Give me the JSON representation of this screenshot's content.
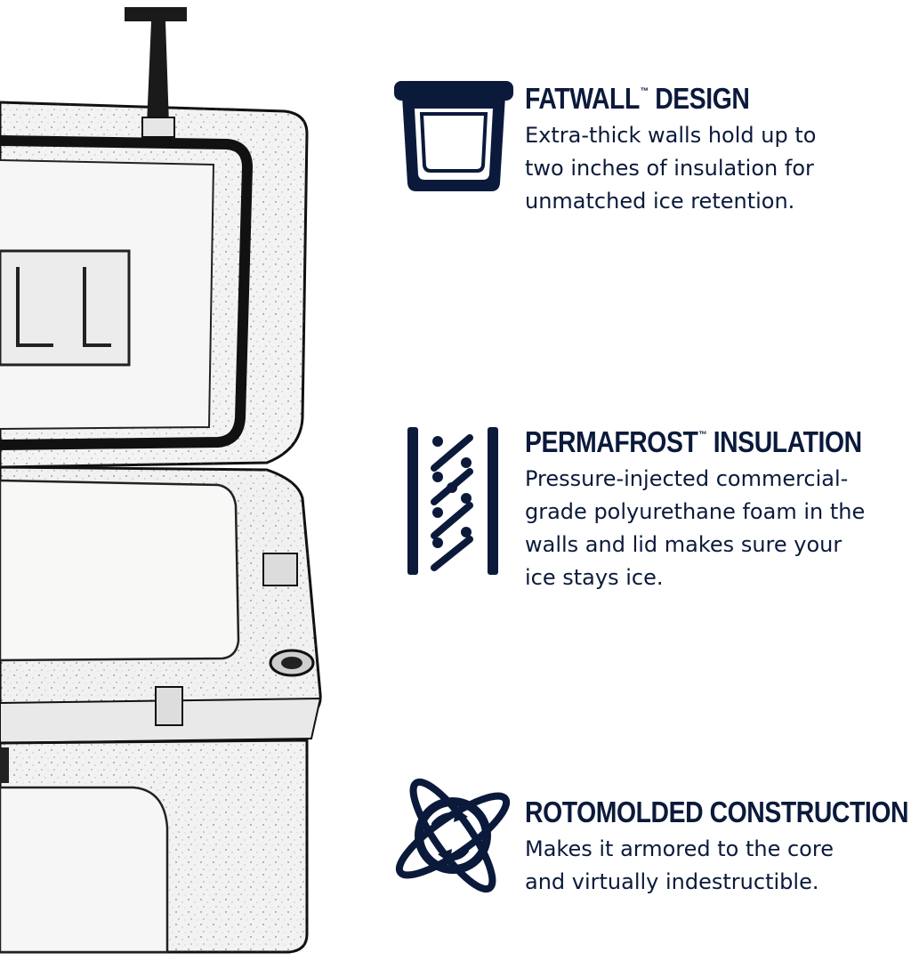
{
  "brand": {
    "navy": "#0b1a3b"
  },
  "features": [
    {
      "icon": "cooler-wall-icon",
      "title": "FATWALL",
      "tm": "™",
      "title_rest": " DESIGN",
      "lines": [
        "Extra-thick walls hold up to",
        "two inches of insulation for",
        "unmatched ice retention."
      ]
    },
    {
      "icon": "insulation-layers-icon",
      "title": "PERMAFROST",
      "tm": "™",
      "title_rest": " INSULATION",
      "lines": [
        "Pressure-injected commercial-",
        "grade polyurethane foam in the",
        "walls and lid makes sure your",
        "ice stays ice."
      ]
    },
    {
      "icon": "orbit-molding-icon",
      "title": "ROTOMOLDED CONSTRUCTION",
      "tm": "",
      "title_rest": "",
      "lines": [
        "Makes it armored to the core",
        "and virtually indestructible."
      ]
    }
  ]
}
